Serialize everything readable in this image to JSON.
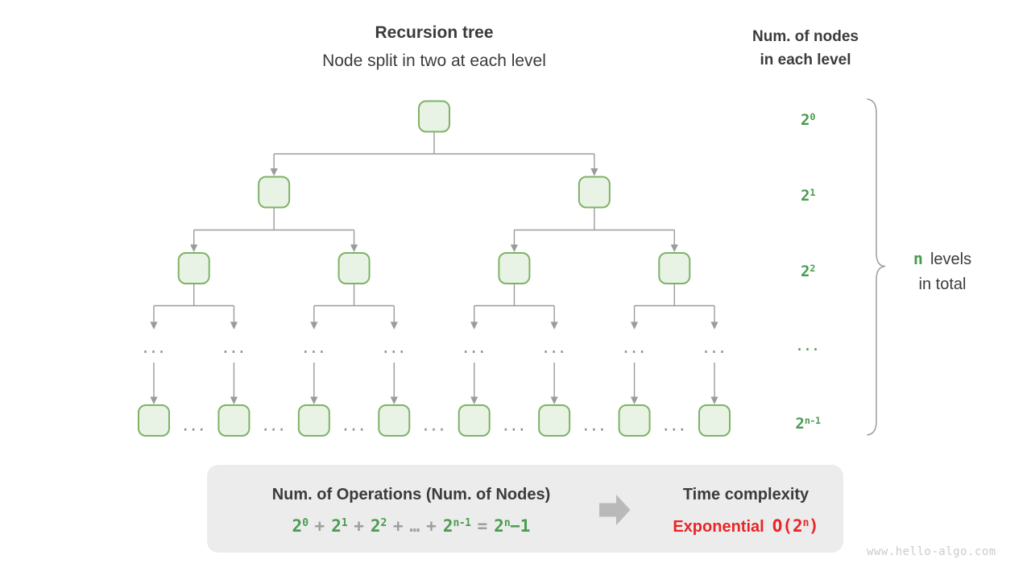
{
  "header": {
    "title": "Recursion tree",
    "subtitle": "Node split in two at each level"
  },
  "right_panel": {
    "title_line1": "Num. of nodes",
    "title_line2": "in each level",
    "levels": [
      {
        "base": "2",
        "sup": "0"
      },
      {
        "base": "2",
        "sup": "1"
      },
      {
        "base": "2",
        "sup": "2"
      },
      {
        "base": "...",
        "sup": ""
      },
      {
        "base": "2",
        "sup": "n-1"
      }
    ],
    "brace_label": {
      "n": "n",
      "text1": "levels",
      "text2": "in total"
    }
  },
  "tree": {
    "levels": 5,
    "leaf_count": 8,
    "branching": 2,
    "ellipsis": "..."
  },
  "summary_box": {
    "operations_title": "Num. of Operations (Num. of Nodes)",
    "formula": [
      {
        "text": "2",
        "sup": "0",
        "color": "green"
      },
      {
        "text": "+",
        "color": "gray"
      },
      {
        "text": "2",
        "sup": "1",
        "color": "green"
      },
      {
        "text": "+",
        "color": "gray"
      },
      {
        "text": "2",
        "sup": "2",
        "color": "green"
      },
      {
        "text": "+",
        "color": "gray"
      },
      {
        "text": "…",
        "color": "gray"
      },
      {
        "text": "+",
        "color": "gray"
      },
      {
        "text": "2",
        "sup": "n-1",
        "color": "green"
      },
      {
        "text": "=",
        "color": "gray"
      },
      {
        "text": "2",
        "sup": "n",
        "after": "−1",
        "color": "green"
      }
    ],
    "arrow_icon": "right-arrow",
    "complexity_title": "Time complexity",
    "complexity_label": "Exponential",
    "complexity_value": {
      "text": "O(2",
      "sup": "n",
      "after": ")",
      "color": "red"
    }
  },
  "watermark": "www.hello-algo.com",
  "colors": {
    "green": "#4a9c50",
    "red": "#e82527",
    "dark_text": "#3b3b3b",
    "line_gray": "#9b9b9b",
    "operator_gray": "#9e9e9e",
    "node_fill": "#e9f3e5",
    "node_stroke": "#7eb366",
    "box_background": "#ececec",
    "big_arrow": "#b9b9b9",
    "watermark_gray": "#cbcbcb"
  }
}
